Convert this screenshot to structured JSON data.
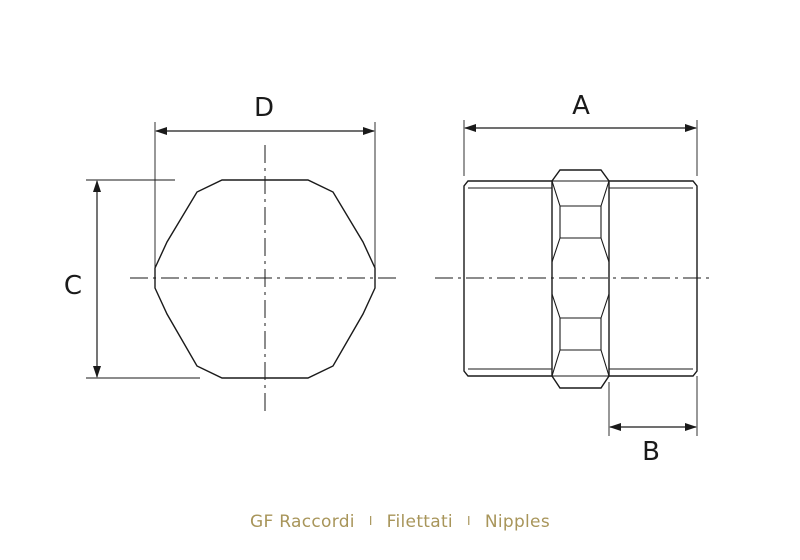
{
  "labels": {
    "d": "D",
    "c": "C",
    "a": "A",
    "b": "B"
  },
  "footer": {
    "brand": "GF Raccordi",
    "separator_1": "I",
    "category": "Filettati",
    "separator_2": "I",
    "product": "Nipples"
  },
  "colors": {
    "line": "#1a1a1a",
    "footer_text": "#a8955a"
  }
}
